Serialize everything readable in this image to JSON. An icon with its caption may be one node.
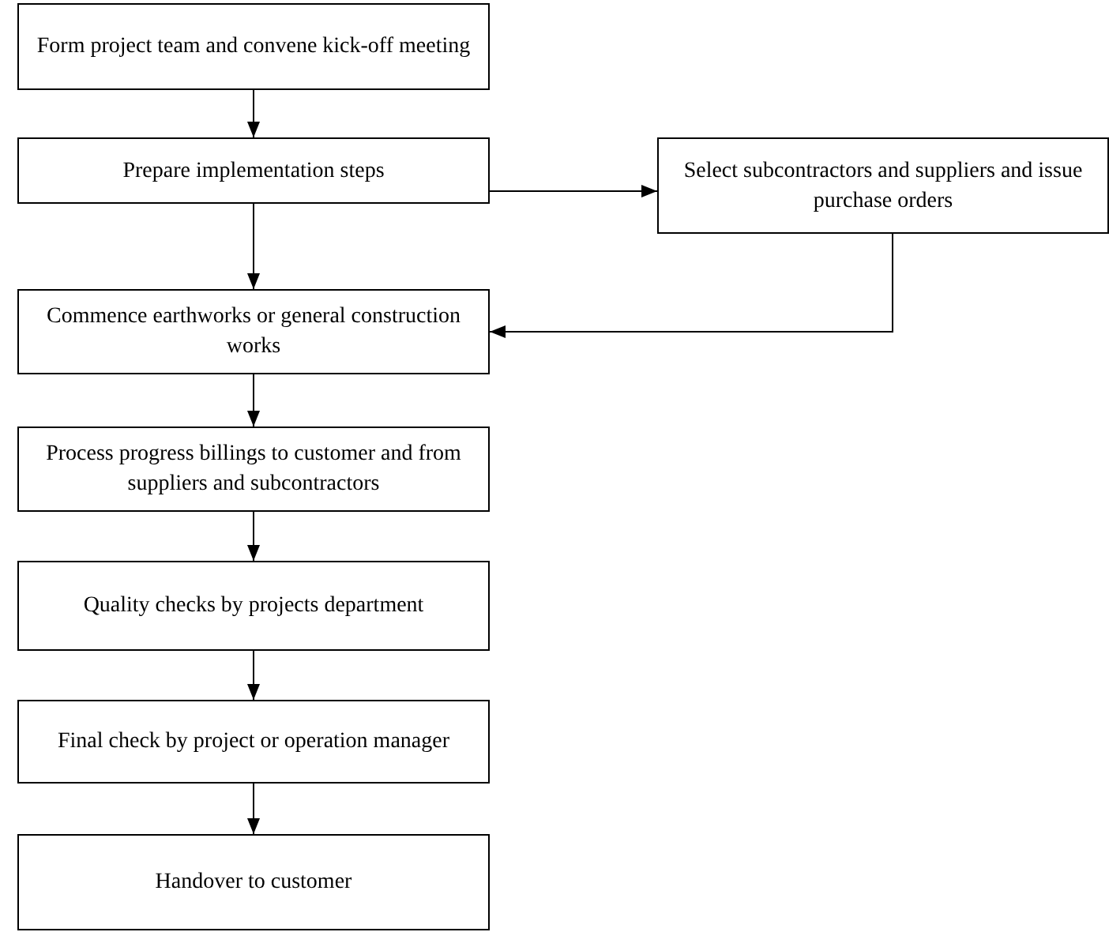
{
  "diagram": {
    "nodes": [
      {
        "text": [
          "Form project team and convene kick-off meeting"
        ]
      },
      {
        "text": [
          "Prepare implementation steps"
        ]
      },
      {
        "text": [
          "Select subcontractors and suppliers and issue purchase orders"
        ]
      },
      {
        "text": [
          "Commence earthworks or general construction works"
        ]
      },
      {
        "text": [
          "Process progress billings to customer and from suppliers and subcontractors"
        ]
      },
      {
        "text": [
          "Quality checks by projects department"
        ]
      },
      {
        "text": [
          "Final check by project or operation manager"
        ]
      },
      {
        "text": [
          "Handover to customer"
        ]
      }
    ],
    "edges": [
      {
        "from": 0,
        "to": 1,
        "arrow": "to"
      },
      {
        "from": 1,
        "to": 2,
        "arrow": "to"
      },
      {
        "from": 1,
        "to": 3,
        "arrow": "to"
      },
      {
        "from": 2,
        "to": 3,
        "arrow": "to"
      },
      {
        "from": 3,
        "to": 4,
        "arrow": "to"
      },
      {
        "from": 4,
        "to": 5,
        "arrow": "to"
      },
      {
        "from": 5,
        "to": 6,
        "arrow": "to"
      },
      {
        "from": 6,
        "to": 7,
        "arrow": "to"
      }
    ]
  }
}
